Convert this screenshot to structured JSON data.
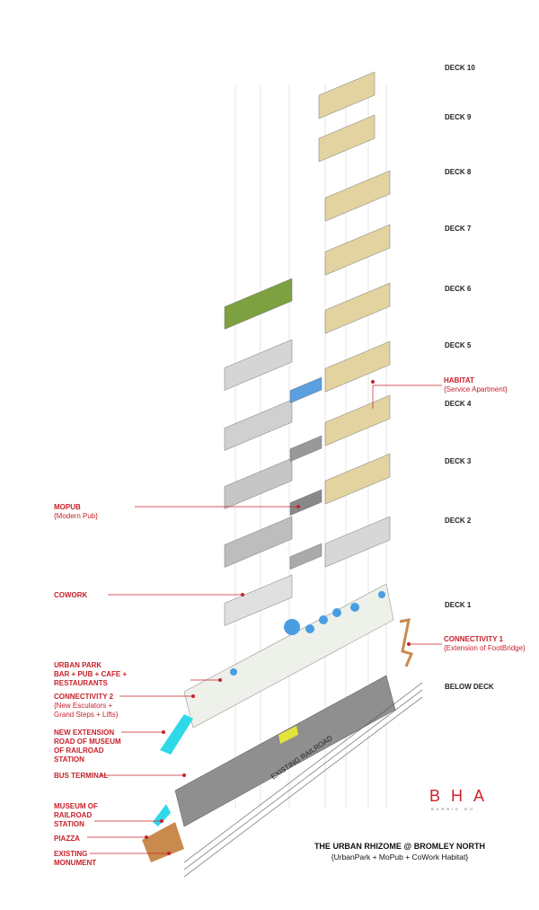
{
  "decks": [
    "DECK 10",
    "DECK 9",
    "DECK 8",
    "DECK 7",
    "DECK 6",
    "DECK 5",
    "DECK 4",
    "DECK 3",
    "DECK 2",
    "DECK 1",
    "BELOW DECK"
  ],
  "labels": {
    "habitat": {
      "title": "HABITAT",
      "sub": "{Service Apartment}"
    },
    "mopub": {
      "title": "MOPUB",
      "sub": "{Modern Pub}"
    },
    "cowork": {
      "title": "COWORK"
    },
    "connectivity1": {
      "title": "CONNECTIVITY 1",
      "sub": "{Extension of FootBridge}"
    },
    "urban_park": {
      "title": "URBAN PARK\nBAR + PUB + CAFE +\nRESTAURANTS"
    },
    "connectivity2": {
      "title": "CONNECTIVITY 2",
      "sub": "{New Esculators +\nGrand Steps + Lifts}"
    },
    "new_extension": {
      "title": "NEW EXTENSION\nROAD OF MUSEUM\nOF RAILROAD\nSTATION"
    },
    "bus_terminal": {
      "title": "BUS TERMINAL"
    },
    "museum": {
      "title": "MUSEUM OF\nRAILROAD\nSTATION"
    },
    "piazza": {
      "title": "PIAZZA"
    },
    "monument": {
      "title": "EXISTING\nMONUMENT"
    }
  },
  "railroad": "EXISTING RAILROAD",
  "logo": {
    "mark": "BHA",
    "sub": "BARRIE HO"
  },
  "title": "THE URBAN RHIZOME @ BROMLEY NORTH",
  "subtitle": "{UrbanPark + MoPub + CoWork Habitat}",
  "colors": {
    "accent": "#c8202a",
    "habitat": "#e3d3a0",
    "green": "#7da040",
    "gray": "#9a9a9a",
    "cyan": "#2fd8e8",
    "orange": "#c98a4e"
  }
}
